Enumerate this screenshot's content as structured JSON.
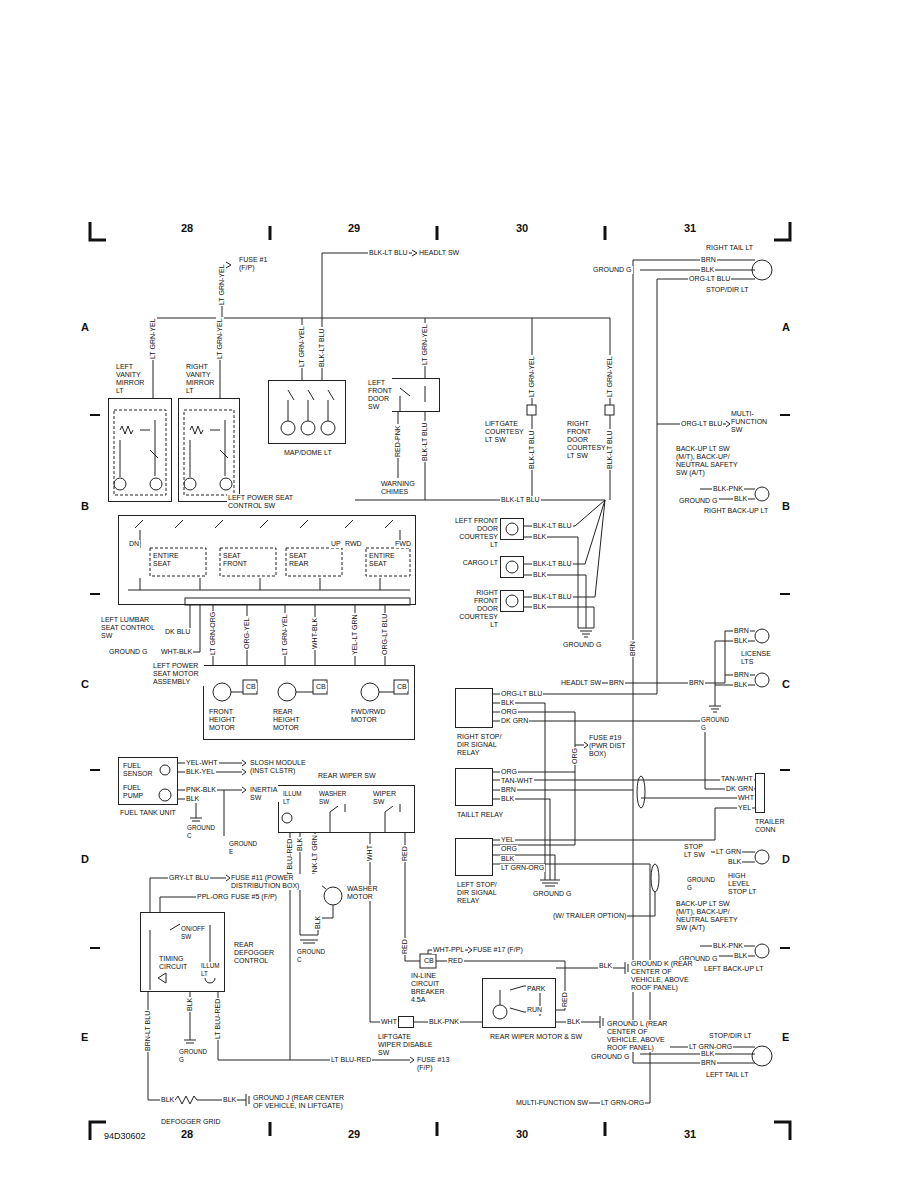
{
  "diagram": {
    "nodes": [
      {
        "text": [
          "LEFT VANITY MIRROR LT"
        ]
      },
      {
        "text": [
          "RIGHT VANITY MIRROR LT"
        ]
      },
      {
        "text": [
          "MAP/DOME LT"
        ]
      },
      {
        "text": [
          "LEFT FRONT DOOR SW"
        ]
      },
      {
        "text": [
          "LEFT POWER SEAT CONTROL SW"
        ]
      },
      {
        "text": [
          "LEFT POWER SEAT MOTOR ASSEMBLY"
        ]
      },
      {
        "text": [
          "FUEL SENSOR",
          "FUEL PUMP",
          "FUEL TANK UNIT"
        ]
      },
      {
        "text": [
          "REAR WIPER SW"
        ]
      },
      {
        "text": [
          "REAR DEFOGGER CONTROL"
        ]
      },
      {
        "text": [
          "REAR WIPER MOTOR & SW"
        ]
      },
      {
        "text": [
          "RIGHT STOP/ DIR SIGNAL RELAY"
        ]
      },
      {
        "text": [
          "TAILLT RELAY"
        ]
      },
      {
        "text": [
          "LEFT STOP/ DIR SIGNAL RELAY"
        ]
      },
      {
        "text": [
          "TRAILER CONN"
        ]
      },
      {
        "text": [
          "LEFT FRONT DOOR COURTESY LT"
        ]
      },
      {
        "text": [
          "CARGO LT"
        ]
      },
      {
        "text": [
          "RIGHT FRONT DOOR COURTESY LT"
        ]
      },
      {
        "text": [
          "LIFTGATE WIPER DISABLE SW"
        ]
      }
    ],
    "edges": [
      {
        "from": 4,
        "to": 5,
        "arrow": "none"
      },
      {
        "from": 4,
        "to": 5,
        "arrow": "none"
      },
      {
        "from": 4,
        "to": 5,
        "arrow": "none"
      },
      {
        "from": 4,
        "to": 5,
        "arrow": "none"
      },
      {
        "from": 4,
        "to": 5,
        "arrow": "none"
      },
      {
        "from": 4,
        "to": 5,
        "arrow": "none"
      },
      {
        "from": 10,
        "to": 13,
        "arrow": "none"
      },
      {
        "from": 11,
        "to": 13,
        "arrow": "none"
      },
      {
        "from": 12,
        "to": 13,
        "arrow": "none"
      },
      {
        "from": 7,
        "to": 17,
        "arrow": "none"
      },
      {
        "from": 17,
        "to": 9,
        "arrow": "none"
      }
    ],
    "labels": [
      "28",
      "29",
      "30",
      "31",
      "A",
      "A",
      "B",
      "B",
      "C",
      "C",
      "D",
      "D",
      "E",
      "E",
      "28",
      "29",
      "30",
      "31",
      "94D30602",
      "FUSE #1 (F/P)",
      "LT GRN-YEL",
      "BLK-LT BLU",
      "HEADLT SW",
      "LT GRN-YEL",
      "LT GRN-YEL",
      "LT GRN-YEL",
      "BLK-LT BLU",
      "LT GRN-YEL",
      "RED-PNK",
      "BLK-LT BLU",
      "WARNING CHIMES",
      "LT GRN-YEL",
      "LIFTGATE COURTESY LT SW",
      "BLK-LT BLU",
      "LT GRN-YEL",
      "RIGHT FRONT DOOR COURTESY LT SW",
      "BLK-LT BLU",
      "BLK-LT BLU",
      "DN",
      "ENTIRE SEAT",
      "SEAT FRONT",
      "SEAT REAR",
      "UP",
      "RWD",
      "ENTIRE SEAT",
      "FWD",
      "LEFT LUMBAR SEAT CONTROL SW",
      "DK BLU",
      "GROUND G",
      "WHT-BLK",
      "LT GRN-ORG",
      "ORG-YEL",
      "LT GRN-YEL",
      "WHT-BLK",
      "YEL-LT GRN",
      "ORG-LT BLU",
      "CB",
      "CB",
      "CB",
      "FRONT HEIGHT MOTOR",
      "REAR HEIGHT MOTOR",
      "FWD/RWD MOTOR",
      "BLK-LT BLU",
      "BLK",
      "BLK-LT BLU",
      "BLK",
      "BLK-LT BLU",
      "BLK",
      "GROUND G",
      "RIGHT TAIL LT",
      "BRN",
      "BLK",
      "ORG-LT BLU",
      "GROUND G",
      "STOP/DIR LT",
      "ORG-LT BLU",
      "MULTI-FUNCTION SW",
      "BACK-UP LT SW (M/T), BACK-UP/ NEUTRAL SAFETY SW (A/T)",
      "BLK-PNK",
      "GROUND G",
      "BLK",
      "RIGHT BACK-UP LT",
      "BRN",
      "BLK",
      "LICENSE LTS",
      "BRN",
      "BLK",
      "GROUND G",
      "BRN",
      "HEADLT SW",
      "BRN",
      "BRN",
      "ORG-LT BLU",
      "BLK",
      "ORG",
      "DK GRN",
      "FUSE #19 (PWR DIST BOX)",
      "ORG",
      "ORG",
      "TAN-WHT",
      "BRN",
      "BLK",
      "TAN-WHT",
      "DK GRN",
      "WHT",
      "YEL",
      "YEL",
      "ORG",
      "BLK",
      "LT GRN-ORG",
      "GROUND G",
      "(W/ TRAILER OPTION)",
      "STOP LT SW",
      "LT GRN",
      "BLK",
      "GROUND G",
      "HIGH LEVEL STOP LT",
      "BACK-UP LT SW (M/T), BACK-UP/ NEUTRAL SAFETY SW (A/T)",
      "BLK-PNK",
      "GROUND G",
      "BLK",
      "LEFT BACK-UP LT",
      "STOP/DIR LT",
      "LT GRN-ORG",
      "GROUND G",
      "BLK",
      "BRN",
      "LEFT TAIL LT",
      "MULTI-FUNCTION SW",
      "LT GRN-ORG",
      "YEL-WHT",
      "BLK-YEL",
      "SLOSH MODULE (INST CLSTR)",
      "PNK-BLK",
      "BLK",
      "INERTIA SW",
      "GROUND C",
      "GROUND E",
      "ILLUM LT",
      "WASHER SW",
      "WIPER SW",
      "LT BLU-RED",
      "BLK",
      "PNK-LT GRN",
      "WHT",
      "RED",
      "WASHER MOTOR",
      "BLK",
      "GROUND C",
      "GRY-LT BLU",
      "FUSE #11 (POWER DISTRIBUTION BOX)",
      "PPL-ORG",
      "FUSE #5 (F/P)",
      "ON/OFF SW",
      "TIMING CIRCUIT",
      "ILLUM LT",
      "BRN-LT BLU",
      "BLK",
      "LT BLU-RED",
      "GROUND G",
      "LT BLU-RED",
      "FUSE #13 (F/P)",
      "BLK",
      "BLK",
      "GROUND J (REAR CENTER OF VEHICLE, IN LIFTGATE)",
      "DEFOGGER GRID",
      "WHT-PPL",
      "FUSE #17 (F/P)",
      "RED",
      "RED",
      "CB",
      "IN-LINE CIRCUIT BREAKER 4.5A",
      "WHT",
      "BLK-PNK",
      "PARK",
      "RUN",
      "RED",
      "BLK",
      "GROUND K (REAR CENTER OF VEHICLE, ABOVE ROOF PANEL)",
      "BLK",
      "GROUND L (REAR CENTER OF VEHICLE, ABOVE ROOF PANEL)"
    ]
  }
}
